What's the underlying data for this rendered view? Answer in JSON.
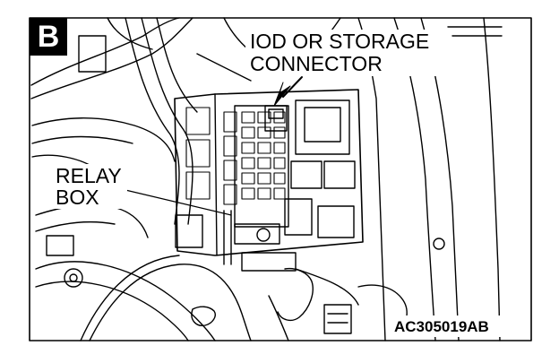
{
  "figure": {
    "badge": "B",
    "callouts": {
      "iod_connector": [
        "IOD OR STORAGE",
        "CONNECTOR"
      ],
      "relay_box": [
        "RELAY",
        "BOX"
      ]
    },
    "figure_code": "AC305019AB"
  },
  "colors": {
    "ink": "#000000",
    "paper": "#ffffff"
  }
}
